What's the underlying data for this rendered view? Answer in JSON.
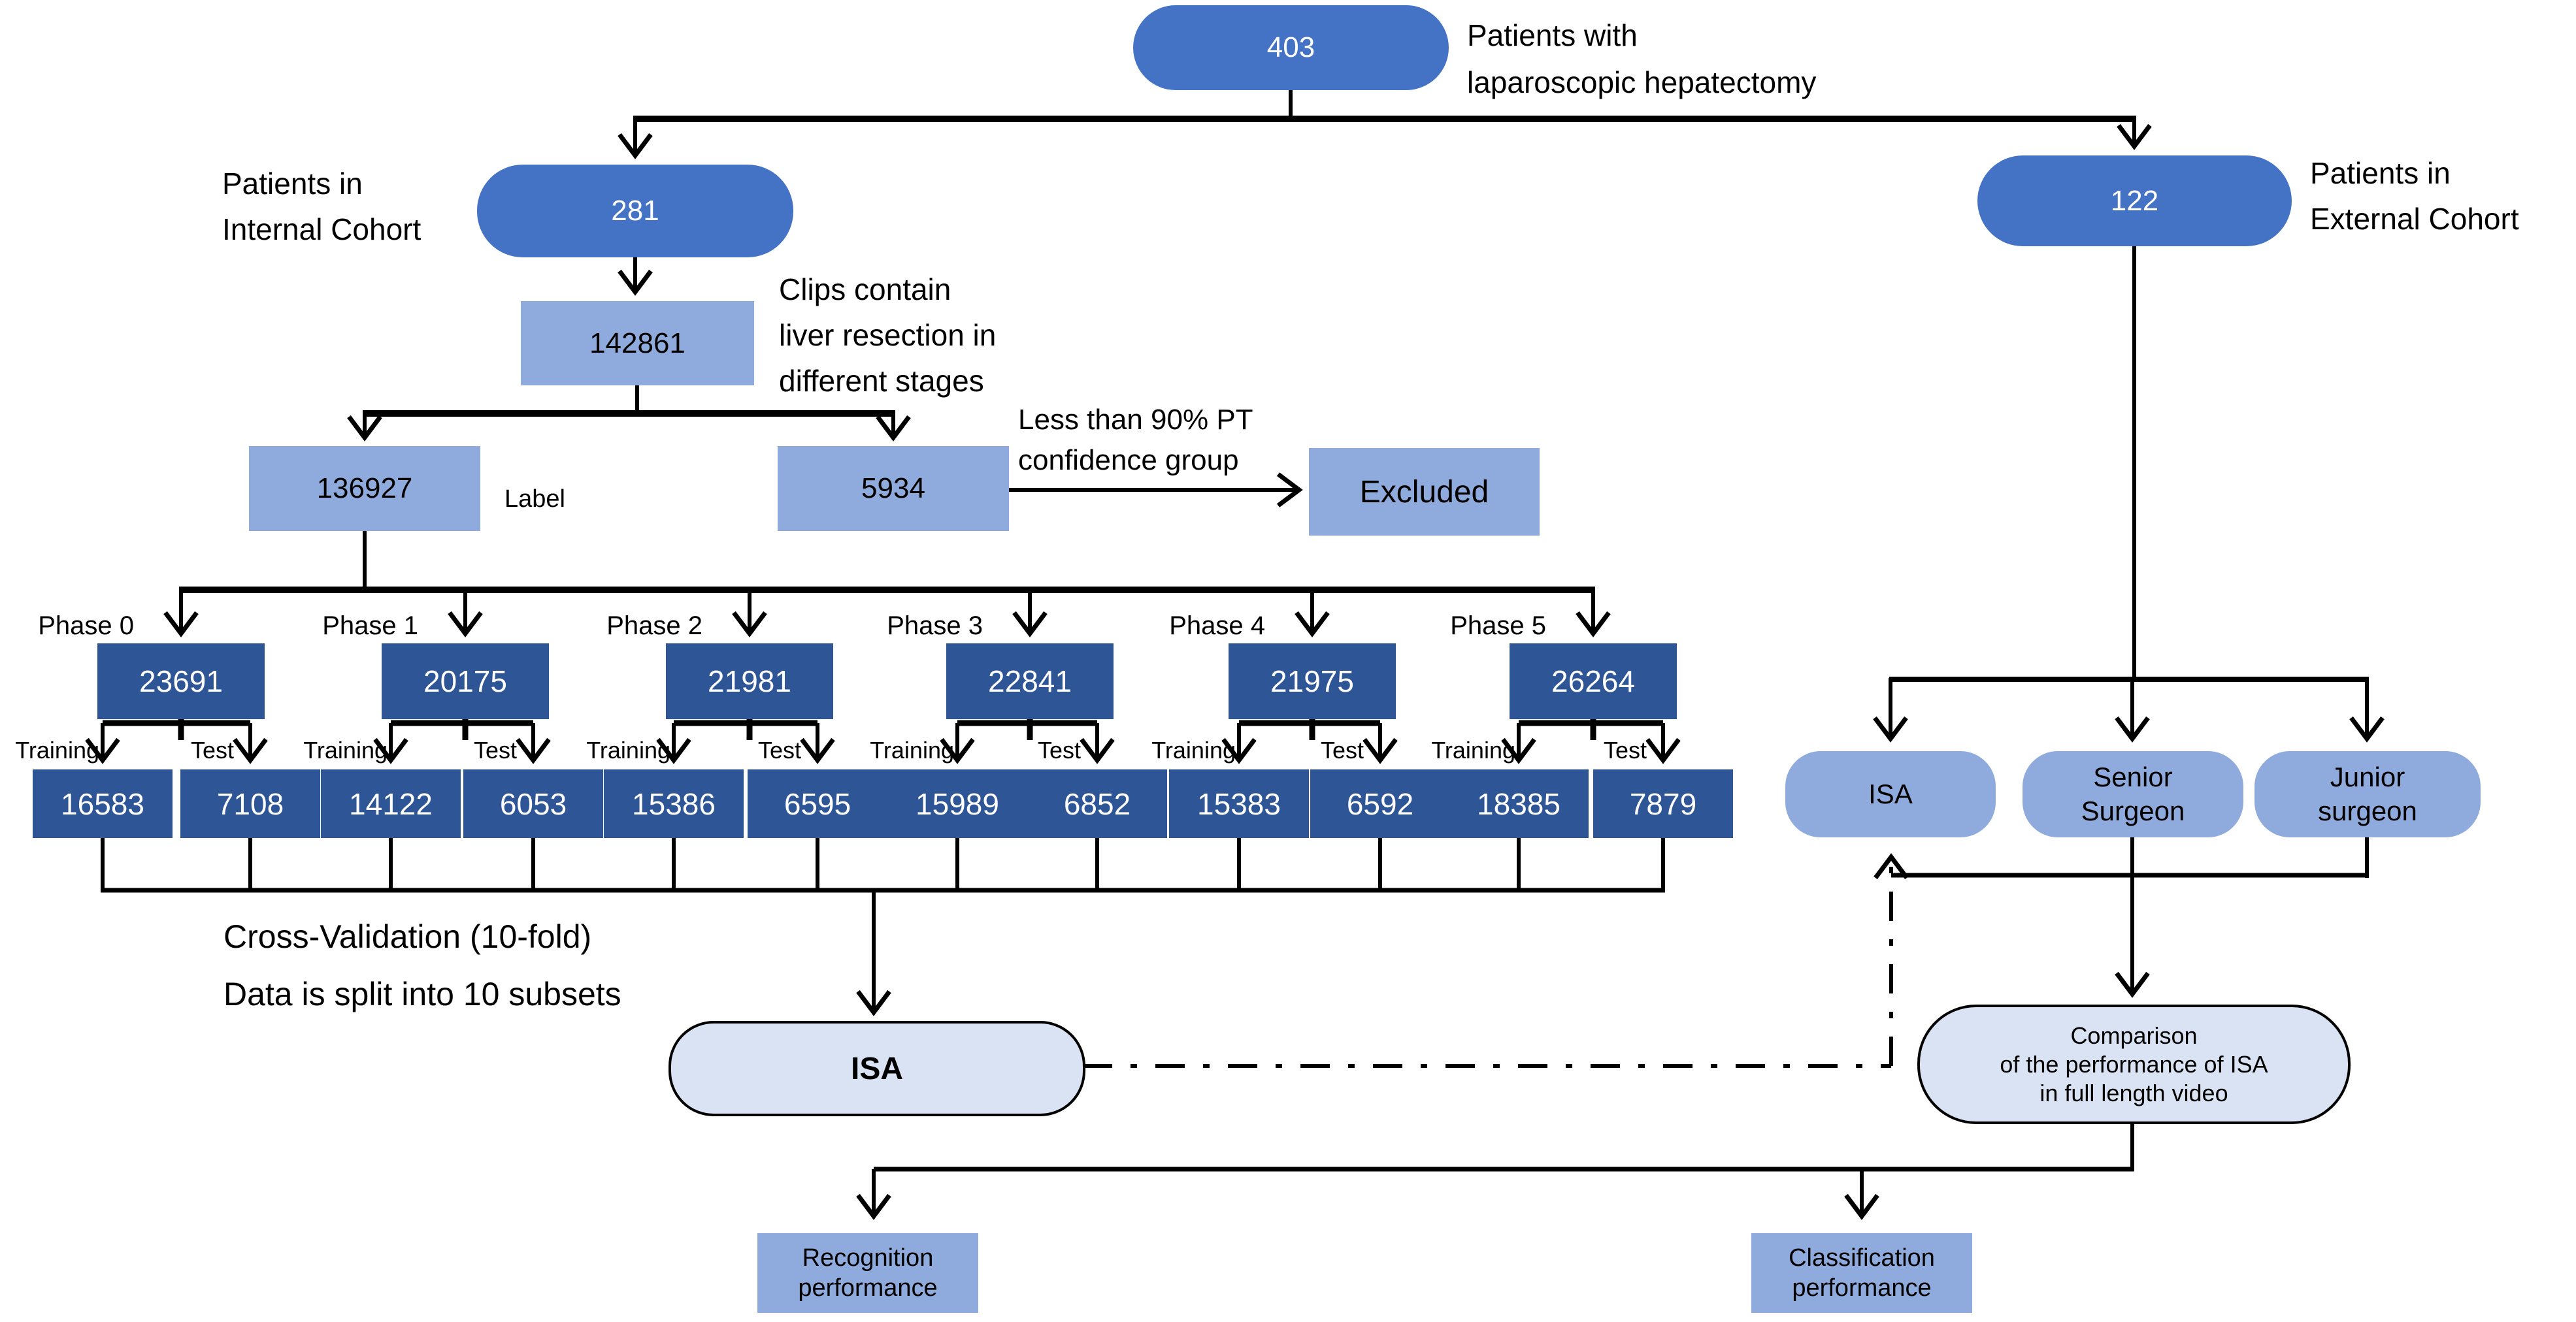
{
  "colors": {
    "cohort_pill": "#4472C4",
    "light_box": "#8FAADC",
    "dark_box": "#2E5596",
    "result_pill_fill": "#DAE3F3",
    "line": "#000000"
  },
  "root": {
    "count": "403",
    "label": "Patients with\nlaparoscopic hepatectomy"
  },
  "internal_cohort": {
    "count": "281",
    "label": "Patients in\nInternal Cohort"
  },
  "clips": {
    "count": "142861",
    "label": "Clips contain\nliver resection in\ndifferent stages"
  },
  "labeled": {
    "count": "136927",
    "tag": "Label"
  },
  "excluded_branch": {
    "count": "5934",
    "reason": "Less than 90% PT\nconfidence group",
    "excluded": "Excluded"
  },
  "phases": [
    {
      "name": "Phase 0",
      "total": "23691",
      "training": "16583",
      "test": "7108"
    },
    {
      "name": "Phase 1",
      "total": "20175",
      "training": "14122",
      "test": "6053"
    },
    {
      "name": "Phase 2",
      "total": "21981",
      "training": "15386",
      "test": "6595"
    },
    {
      "name": "Phase 3",
      "total": "22841",
      "training": "15989",
      "test": "6852"
    },
    {
      "name": "Phase 4",
      "total": "21975",
      "training": "15383",
      "test": "6592"
    },
    {
      "name": "Phase 5",
      "total": "26264",
      "training": "18385",
      "test": "7879"
    }
  ],
  "split_labels": {
    "training": "Training",
    "test": "Test"
  },
  "cross_validation": "Cross-Validation (10-fold)\nData is split into 10 subsets",
  "isa_model": {
    "label": "ISA"
  },
  "external_cohort": {
    "count": "122",
    "label": "Patients in\nExternal Cohort"
  },
  "raters": [
    {
      "label": "ISA"
    },
    {
      "label": "Senior\nSurgeon"
    },
    {
      "label": "Junior\nsurgeon"
    }
  ],
  "comparison": {
    "label": "Comparison\nof the performance of ISA\nin full length video"
  },
  "outcomes": {
    "recognition": "Recognition\nperformance",
    "classification": "Classification\nperformance"
  }
}
